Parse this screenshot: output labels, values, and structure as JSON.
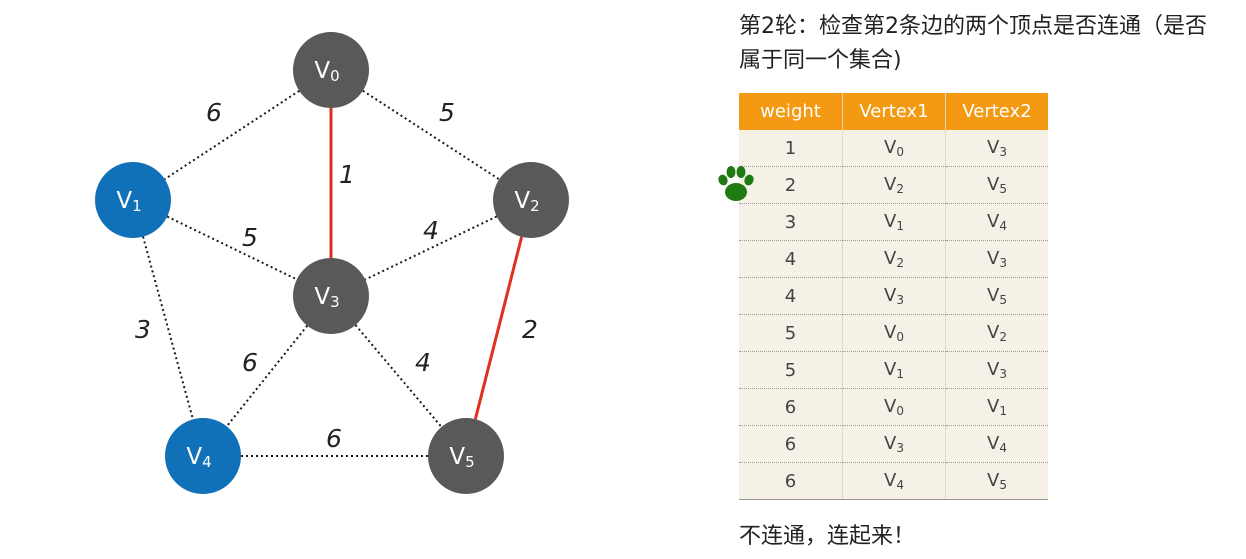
{
  "step_title": "第2轮：检查第2条边的两个顶点是否连通（是否属于同一个集合)",
  "conclusion": "不连通，连起来！",
  "colors": {
    "node_default": "#595959",
    "node_connected": "#1070b8",
    "selected_edge": "#e0301e",
    "table_header": "#f39a12",
    "table_body": "#f5f1e6",
    "paw": "#1f7a12"
  },
  "graph": {
    "nodes": [
      {
        "id": "V0",
        "base": "V",
        "sub": "0",
        "state": "default"
      },
      {
        "id": "V1",
        "base": "V",
        "sub": "1",
        "state": "connected"
      },
      {
        "id": "V2",
        "base": "V",
        "sub": "2",
        "state": "default"
      },
      {
        "id": "V3",
        "base": "V",
        "sub": "3",
        "state": "default"
      },
      {
        "id": "V4",
        "base": "V",
        "sub": "4",
        "state": "connected"
      },
      {
        "id": "V5",
        "base": "V",
        "sub": "5",
        "state": "default"
      }
    ],
    "edges": [
      {
        "from": "V0",
        "to": "V1",
        "weight": "6",
        "selected": false
      },
      {
        "from": "V0",
        "to": "V2",
        "weight": "5",
        "selected": false
      },
      {
        "from": "V0",
        "to": "V3",
        "weight": "1",
        "selected": true
      },
      {
        "from": "V1",
        "to": "V3",
        "weight": "5",
        "selected": false
      },
      {
        "from": "V2",
        "to": "V3",
        "weight": "4",
        "selected": false
      },
      {
        "from": "V1",
        "to": "V4",
        "weight": "3",
        "selected": false
      },
      {
        "from": "V2",
        "to": "V5",
        "weight": "2",
        "selected": true
      },
      {
        "from": "V3",
        "to": "V4",
        "weight": "6",
        "selected": false
      },
      {
        "from": "V3",
        "to": "V5",
        "weight": "4",
        "selected": false
      },
      {
        "from": "V4",
        "to": "V5",
        "weight": "6",
        "selected": false
      }
    ]
  },
  "table": {
    "headers": [
      "weight",
      "Vertex1",
      "Vertex2"
    ],
    "rows": [
      {
        "weight": "1",
        "v1": {
          "base": "V",
          "sub": "0"
        },
        "v2": {
          "base": "V",
          "sub": "3"
        }
      },
      {
        "weight": "2",
        "v1": {
          "base": "V",
          "sub": "2"
        },
        "v2": {
          "base": "V",
          "sub": "5"
        }
      },
      {
        "weight": "3",
        "v1": {
          "base": "V",
          "sub": "1"
        },
        "v2": {
          "base": "V",
          "sub": "4"
        }
      },
      {
        "weight": "4",
        "v1": {
          "base": "V",
          "sub": "2"
        },
        "v2": {
          "base": "V",
          "sub": "3"
        }
      },
      {
        "weight": "4",
        "v1": {
          "base": "V",
          "sub": "3"
        },
        "v2": {
          "base": "V",
          "sub": "5"
        }
      },
      {
        "weight": "5",
        "v1": {
          "base": "V",
          "sub": "0"
        },
        "v2": {
          "base": "V",
          "sub": "2"
        }
      },
      {
        "weight": "5",
        "v1": {
          "base": "V",
          "sub": "1"
        },
        "v2": {
          "base": "V",
          "sub": "3"
        }
      },
      {
        "weight": "6",
        "v1": {
          "base": "V",
          "sub": "0"
        },
        "v2": {
          "base": "V",
          "sub": "1"
        }
      },
      {
        "weight": "6",
        "v1": {
          "base": "V",
          "sub": "3"
        },
        "v2": {
          "base": "V",
          "sub": "4"
        }
      },
      {
        "weight": "6",
        "v1": {
          "base": "V",
          "sub": "4"
        },
        "v2": {
          "base": "V",
          "sub": "5"
        }
      }
    ],
    "current_row": 1,
    "pointer_icon": "paw-print-icon"
  }
}
